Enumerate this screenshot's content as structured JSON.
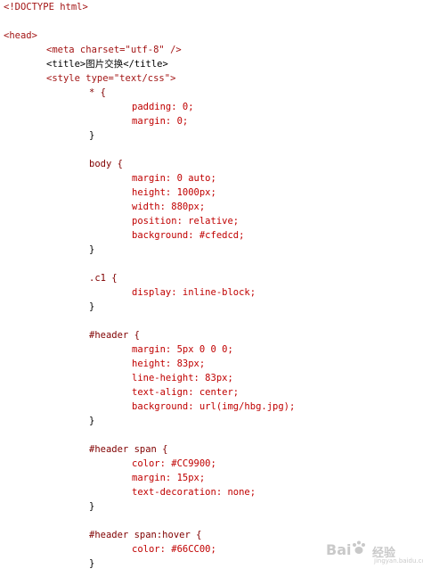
{
  "editor": {
    "lines": [
      "<!DOCTYPE html>",
      "<head>",
      "<meta charset=\"utf-8\" />",
      "<title>图片交换</title>",
      "<style type=\"text/css\">",
      "* {",
      "padding: 0;",
      "margin: 0;",
      "}",
      "body {",
      "margin: 0 auto;",
      "height: 1000px;",
      "width: 880px;",
      "position: relative;",
      "background: #cfedcd;",
      "}",
      ".c1 {",
      "display: inline-block;",
      "}",
      "#header {",
      "margin: 5px 0 0 0;",
      "height: 83px;",
      "line-height: 83px;",
      "text-align: center;",
      "background: url(img/hbg.jpg);",
      "}",
      "#header span {",
      "color: #CC9900;",
      "margin: 15px;",
      "text-decoration: none;",
      "}",
      "#header span:hover {",
      "color: #66CC00;",
      "}"
    ]
  },
  "watermark": {
    "brand": "Bai",
    "brand2": "经验",
    "sub": "jingyan.baidu.com"
  }
}
